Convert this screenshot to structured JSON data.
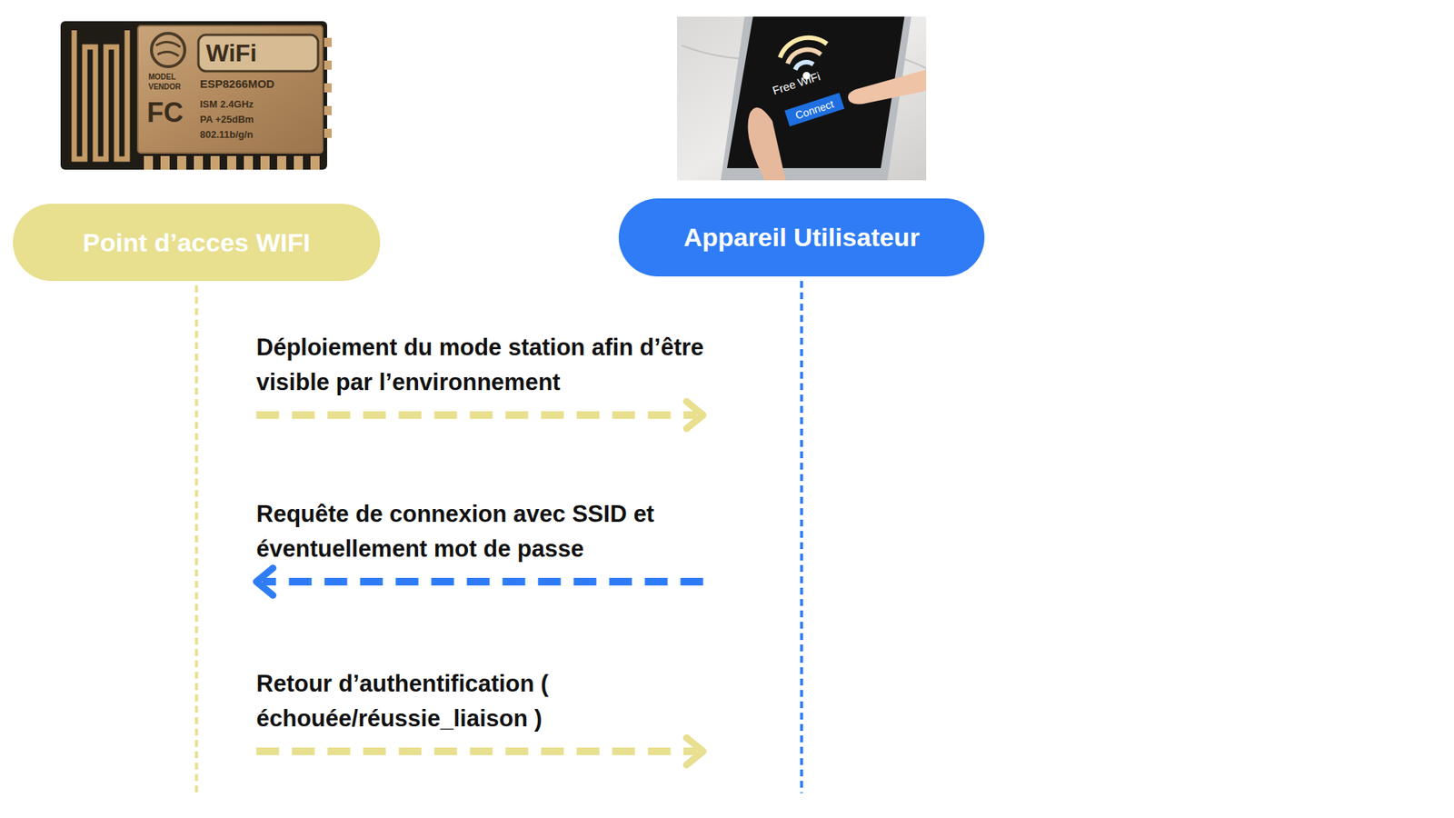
{
  "diagram": {
    "nodes": [
      {
        "text": [
          "Point d’acces WIFI"
        ]
      },
      {
        "text": [
          "Appareil Utilisateur"
        ]
      }
    ],
    "edges": [
      {
        "from": 0,
        "to": 1,
        "arrow": "to",
        "label": "Déploiement du mode station afin d’être visible par l’environnement"
      },
      {
        "from": 1,
        "to": 0,
        "arrow": "to",
        "label": "Requête de connexion avec SSID et éventuellement mot de passe"
      },
      {
        "from": 0,
        "to": 1,
        "arrow": "to",
        "label": "Retour d’authentification ( échouée/réussie_liaison )"
      }
    ],
    "labels": [
      "WiFi",
      "MODEL",
      "VENDOR",
      "ESP8266MOD",
      "FC",
      "ISM 2.4GHz",
      "PA +25dBm",
      "802.11b/g/n",
      "Free WiFi",
      "Connect"
    ]
  }
}
